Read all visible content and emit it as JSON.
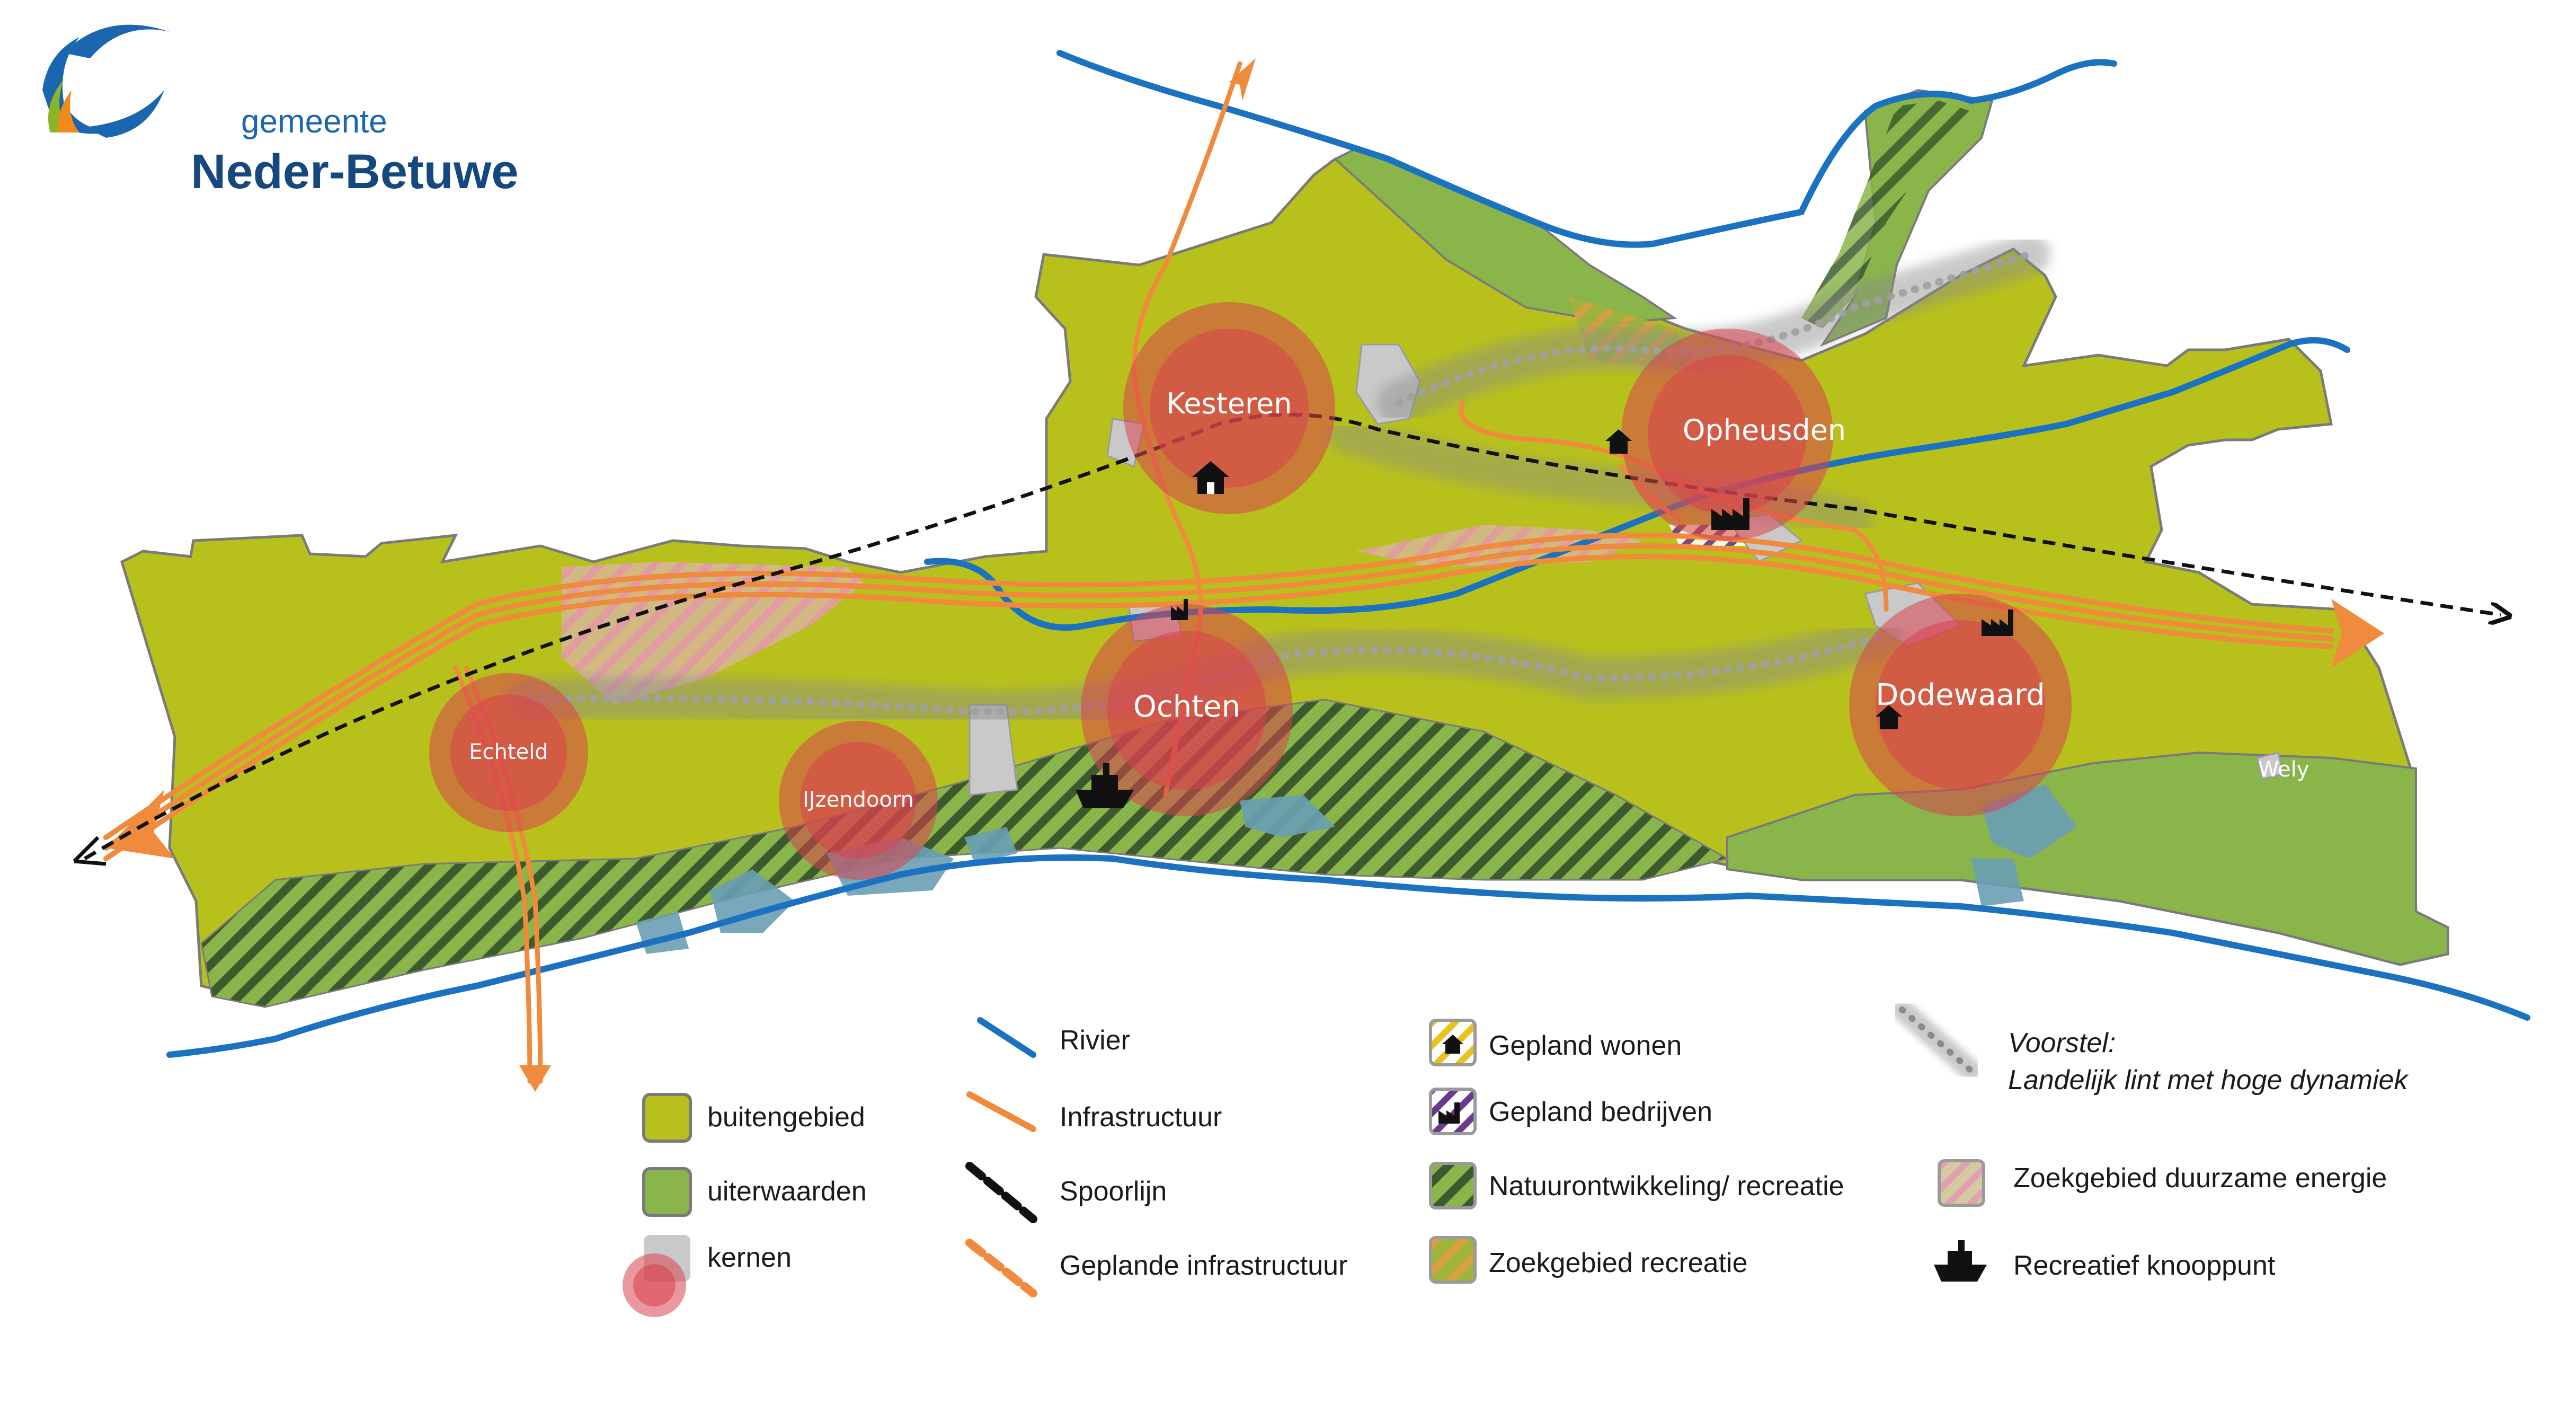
{
  "logo": {
    "line1": "gemeente",
    "line2": "Neder-Betuwe",
    "colors": {
      "blue": "#1a66b0",
      "navy": "#15487f",
      "green": "#8ab52a",
      "orange": "#f08a1c"
    }
  },
  "places": {
    "kesteren": "Kesteren",
    "opheusden": "Opheusden",
    "ochten": "Ochten",
    "dodewaard": "Dodewaard",
    "echteld": "Echteld",
    "ijzendoorn": "IJzendoorn",
    "wely": "Wely"
  },
  "legend": {
    "col1": [
      "buitengebied",
      "uiterwaarden",
      "kernen"
    ],
    "col2": [
      "Rivier",
      "Infrastructuur",
      "Spoorlijn",
      "Geplande infrastructuur"
    ],
    "col3": [
      "Gepland wonen",
      "Gepland bedrijven",
      "Natuurontwikkeling/ recreatie",
      "Zoekgebied recreatie"
    ],
    "col4": {
      "voorstel_line1": "Voorstel:",
      "voorstel_line2": "Landelijk lint met hoge dynamiek",
      "energie": "Zoekgebied duurzame energie",
      "knooppunt": "Recreatief knooppunt"
    }
  },
  "colors": {
    "buitengebied": "#b8c11c",
    "uiterwaarden": "#89b54a",
    "kernen": "#c9c9c9",
    "rivier": "#1a72c0",
    "infrastructuur": "#f08a3c",
    "spoorlijn": "#111111",
    "kern_circle": "#d9414f",
    "water": "#6a9fb4"
  },
  "icons": [
    "home-icon",
    "factory-icon",
    "boat-icon",
    "arrow-icon"
  ]
}
